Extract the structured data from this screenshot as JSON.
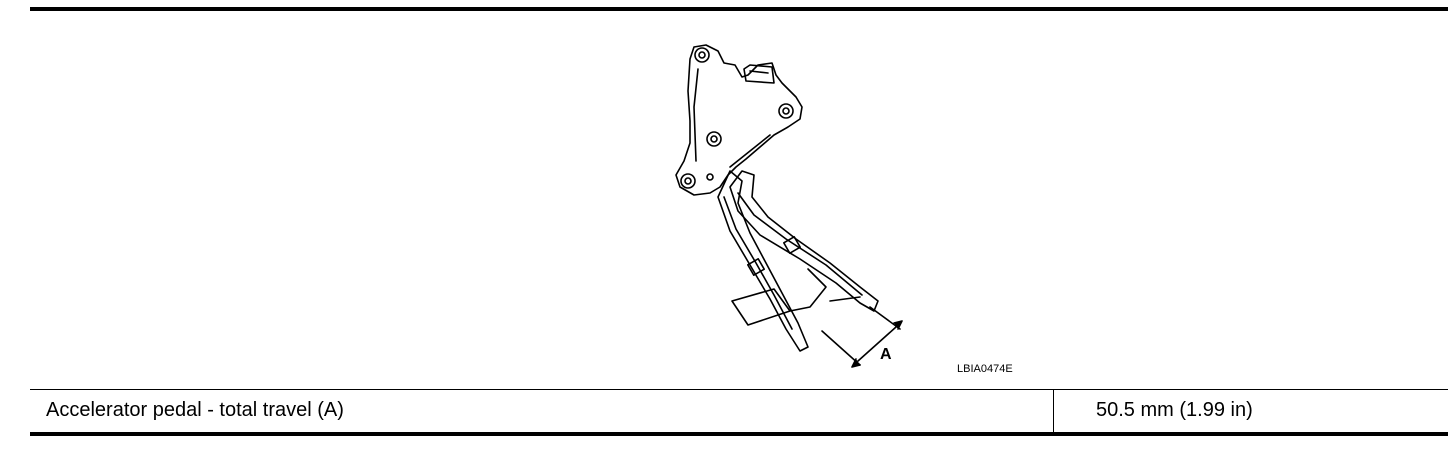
{
  "figure": {
    "dimension_label": "A",
    "figure_code": "LBIA0474E"
  },
  "spec_table": {
    "rows": [
      {
        "label": "Accelerator pedal - total travel (A)",
        "value": "50.5 mm (1.99 in)"
      }
    ]
  }
}
